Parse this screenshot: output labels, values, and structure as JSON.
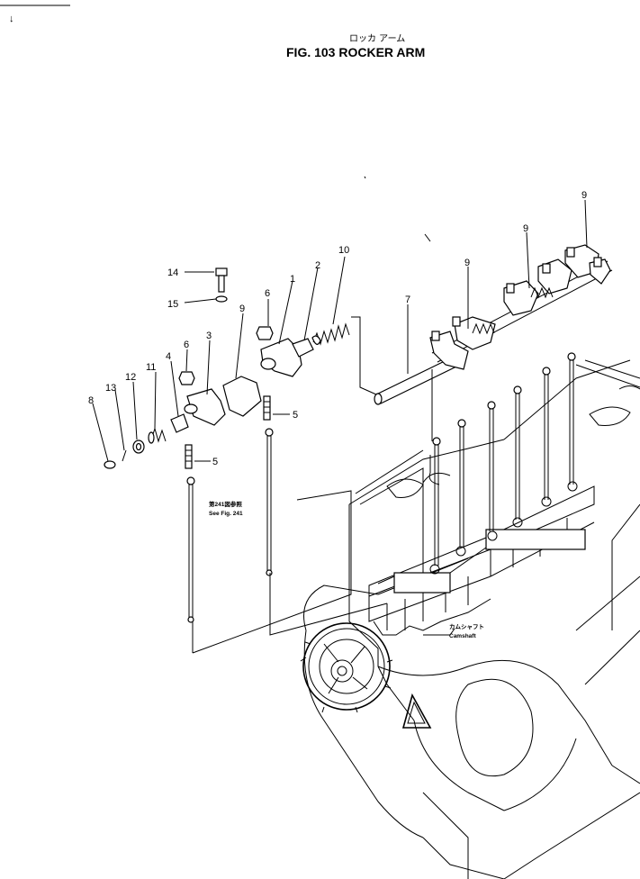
{
  "header": {
    "corner_mark": "↓",
    "title_jp": "ロッカ アーム",
    "title_en": "FIG. 103  ROCKER  ARM"
  },
  "callouts": [
    {
      "id": "c14",
      "text": "14"
    },
    {
      "id": "c15",
      "text": "15"
    },
    {
      "id": "c6a",
      "text": "6"
    },
    {
      "id": "c1",
      "text": "1"
    },
    {
      "id": "c2",
      "text": "2"
    },
    {
      "id": "c10",
      "text": "10"
    },
    {
      "id": "c7",
      "text": "7"
    },
    {
      "id": "c9a",
      "text": "9"
    },
    {
      "id": "c9b",
      "text": "9"
    },
    {
      "id": "c9c",
      "text": "9"
    },
    {
      "id": "c9d",
      "text": "9"
    },
    {
      "id": "c6b",
      "text": "6"
    },
    {
      "id": "c3",
      "text": "3"
    },
    {
      "id": "c4",
      "text": "4"
    },
    {
      "id": "c11",
      "text": "11"
    },
    {
      "id": "c12",
      "text": "12"
    },
    {
      "id": "c13",
      "text": "13"
    },
    {
      "id": "c8",
      "text": "8"
    },
    {
      "id": "c5a",
      "text": "5"
    },
    {
      "id": "c5b",
      "text": "5"
    }
  ],
  "notes": {
    "see_fig_jp": "第241図参照",
    "see_fig_en": "See Fig. 241",
    "camshaft_jp": "カムシャフト",
    "camshaft_en": "Camshaft"
  }
}
